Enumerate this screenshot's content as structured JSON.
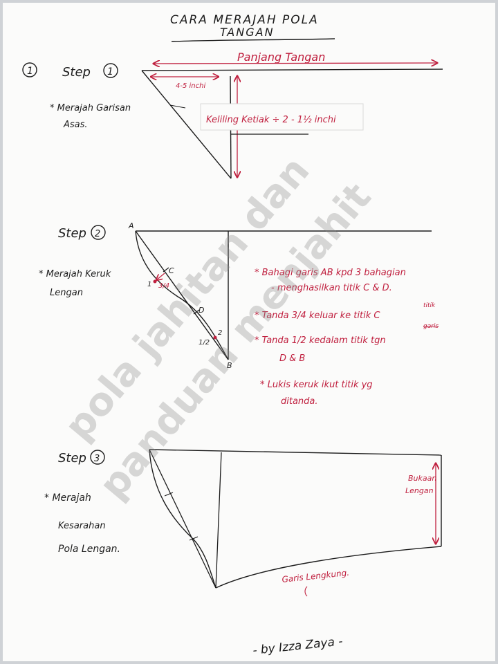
{
  "title": {
    "line1": "CARA MERAJAH POLA",
    "line2": "TANGAN"
  },
  "step1": {
    "number": "1",
    "label": "Step",
    "badge": "1",
    "desc1": "* Merajah Garisan",
    "desc2": "Asas.",
    "panjang": "Panjang Tangan",
    "measure": "4-5 inchi",
    "keliling": "Keliling Ketiak ÷ 2 - 1½ inchi"
  },
  "step2": {
    "label": "Step",
    "badge": "2",
    "desc1": "* Merajah Keruk",
    "desc2": "Lengan",
    "pointA": "A",
    "pointB": "B",
    "pointC": "C",
    "pointD": "D",
    "mark1": "1",
    "mark2": "2",
    "frac34": "3/4",
    "frac12": "1/2",
    "notes": [
      "* Bahagi garis AB kpd 3 bahagian",
      "- menghasilkan titik C & D.",
      "* Tanda 3/4 keluar ke titik C",
      "* Tanda 1/2 kedalam titik tgn",
      "D & B",
      "* Lukis keruk ikut titik yg",
      "ditanda."
    ],
    "note_sup": "titik",
    "strike": "garis"
  },
  "step3": {
    "label": "Step",
    "badge": "3",
    "desc1": "* Merajah",
    "desc2": "Kesarahan",
    "desc3": "Pola Lengan.",
    "bukaan1": "Bukaan",
    "bukaan2": "Lengan",
    "garis": "Garis Lengkung."
  },
  "signature": "- by Izza Zaya -",
  "watermark": {
    "line1": "pola jahitan dan",
    "line2": "panduan menjahit"
  },
  "colors": {
    "ink": "#1c1c1c",
    "red": "#c0203f",
    "paper": "#fbfbfa"
  }
}
